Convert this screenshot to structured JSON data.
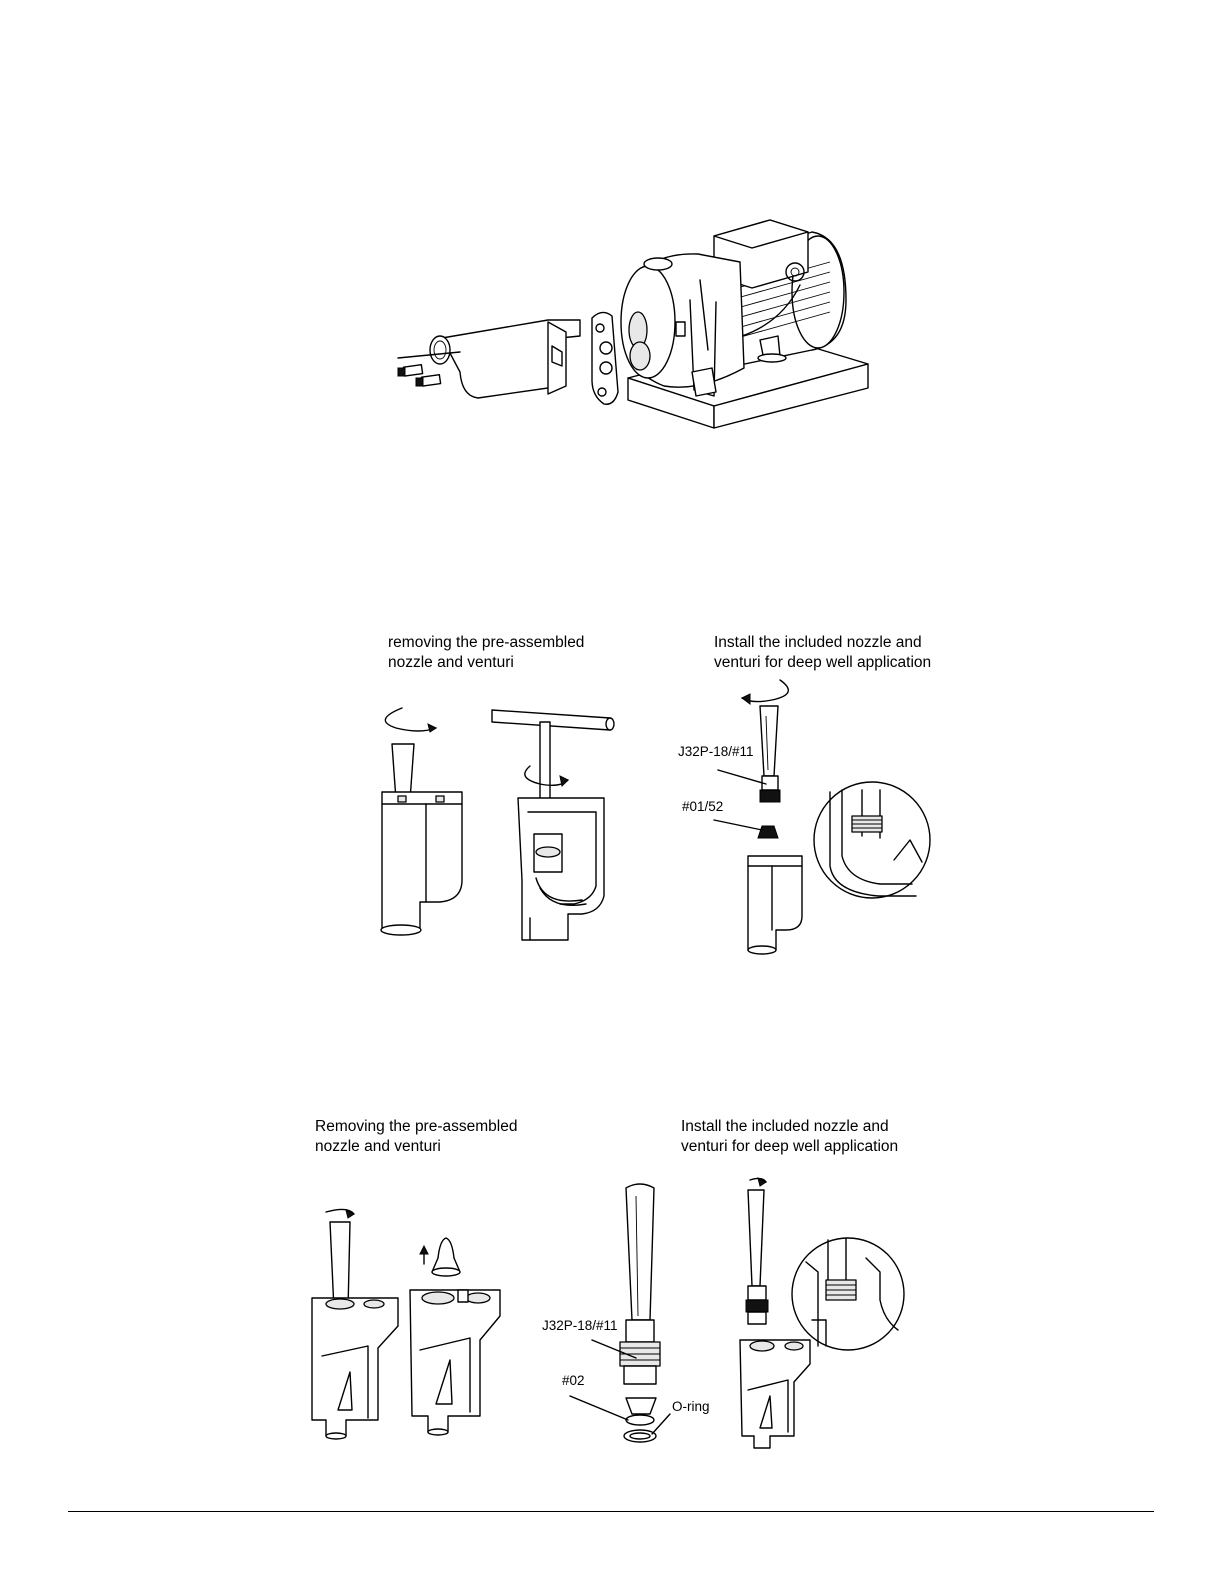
{
  "figure_2": {
    "left_caption": [
      "removing the pre-assembled",
      "nozzle and venturi"
    ],
    "right_caption": [
      "Install the included nozzle and",
      "venturi for deep well application"
    ],
    "callouts": {
      "venturi": "J32P-18/#11",
      "nozzle": "#01/52"
    }
  },
  "figure_3": {
    "left_caption": [
      "Removing the pre-assembled",
      "nozzle and venturi"
    ],
    "right_caption": [
      "Install the included nozzle and",
      "venturi for deep well application"
    ],
    "callouts": {
      "venturi": "J32P-18/#11",
      "nozzle": "#02",
      "oring": "O-ring"
    }
  }
}
